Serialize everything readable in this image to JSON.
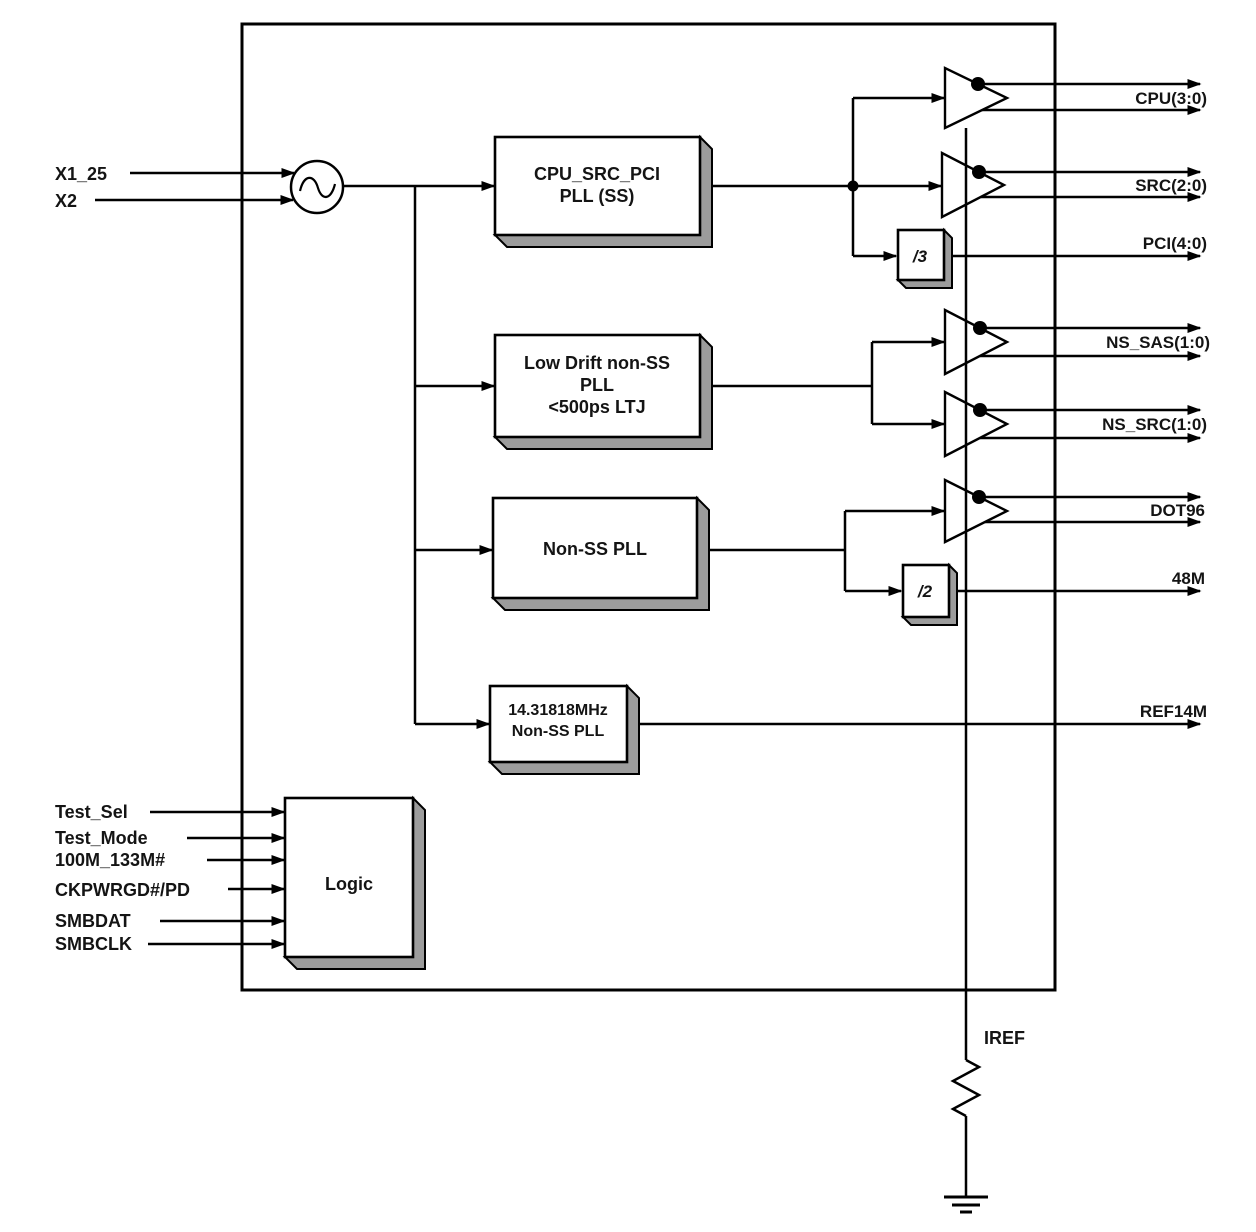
{
  "chip": {
    "crystal_inputs": {
      "x1_25": "X1_25",
      "x2": "X2"
    },
    "blocks": {
      "cpu_src_pci_pll": {
        "l1": "CPU_SRC_PCI",
        "l2": "PLL (SS)"
      },
      "low_drift_pll": {
        "l1": "Low Drift non-SS",
        "l2": "PLL",
        "l3": "<500ps LTJ"
      },
      "non_ss_pll": {
        "l1": "Non-SS PLL"
      },
      "ref_pll": {
        "l1": "14.31818MHz",
        "l2": "Non-SS PLL"
      },
      "logic": {
        "l1": "Logic"
      },
      "div3": {
        "l1": "/3"
      },
      "div2": {
        "l1": "/2"
      }
    },
    "outputs": {
      "cpu": "CPU(3:0)",
      "src": "SRC(2:0)",
      "pci": "PCI(4:0)",
      "ns_sas": "NS_SAS(1:0)",
      "ns_src": "NS_SRC(1:0)",
      "dot96": "DOT96",
      "clk48": "48M",
      "ref14m": "REF14M"
    },
    "logic_inputs": [
      "Test_Sel",
      "Test_Mode",
      "100M_133M#",
      "CKPWRGD#/PD",
      "SMBDAT",
      "SMBCLK"
    ],
    "bias": {
      "iref": "IREF"
    }
  },
  "colors": {
    "line": "#000000",
    "block_fill": "#ffffff",
    "shadow": "#9c9c9c",
    "text": "#141414",
    "background": "#ffffff"
  }
}
